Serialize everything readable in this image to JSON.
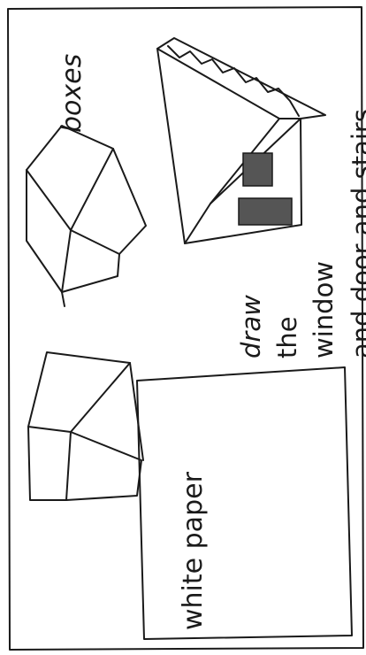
{
  "labels": {
    "boxes": "boxes",
    "white_paper": "white paper",
    "draw": "draw",
    "the": "the",
    "window": "window",
    "and_door_and_stairs": "and door and stairs"
  },
  "colors": {
    "ink": "#1a1a1a",
    "paper": "#ffffff",
    "window_fill": "#555555"
  }
}
